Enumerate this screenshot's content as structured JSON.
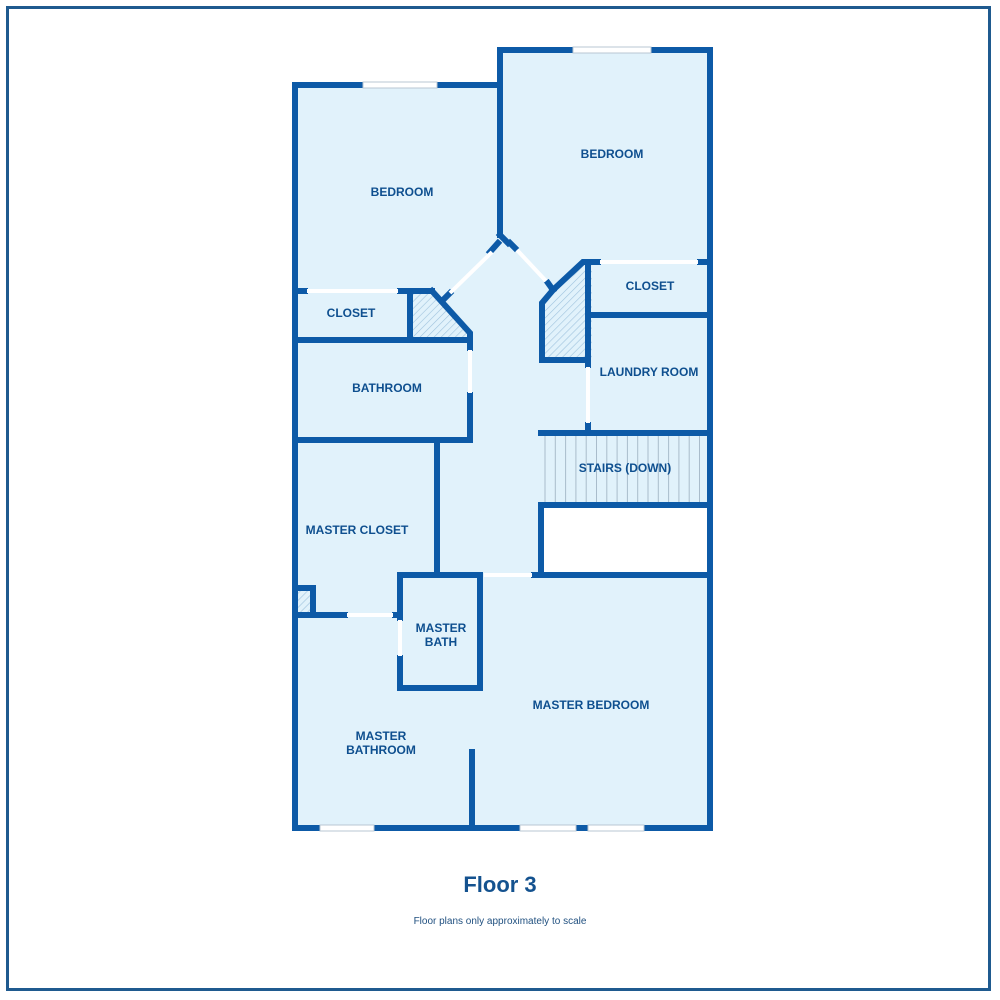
{
  "floor_title": "Floor 3",
  "disclaimer": "Floor plans only approximately to scale",
  "colors": {
    "wall": "#0d5aa7",
    "room_fill": "#e1f2fb",
    "hatch": "#b8d6ea",
    "text": "#0e4f8f",
    "frame": "#1f5a8f"
  },
  "rooms": [
    {
      "id": "bedroom-left",
      "lines": [
        "BEDROOM"
      ]
    },
    {
      "id": "bedroom-right",
      "lines": [
        "BEDROOM"
      ]
    },
    {
      "id": "closet-left",
      "lines": [
        "CLOSET"
      ]
    },
    {
      "id": "closet-right",
      "lines": [
        "CLOSET"
      ]
    },
    {
      "id": "bathroom",
      "lines": [
        "BATHROOM"
      ]
    },
    {
      "id": "laundry-room",
      "lines": [
        "LAUNDRY ROOM"
      ]
    },
    {
      "id": "stairs",
      "lines": [
        "STAIRS (DOWN)"
      ]
    },
    {
      "id": "master-closet",
      "lines": [
        "MASTER CLOSET"
      ]
    },
    {
      "id": "master-bath",
      "lines": [
        "MASTER",
        "BATH"
      ]
    },
    {
      "id": "master-bedroom",
      "lines": [
        "MASTER BEDROOM"
      ]
    },
    {
      "id": "master-bathroom",
      "lines": [
        "MASTER",
        "BATHROOM"
      ]
    }
  ]
}
